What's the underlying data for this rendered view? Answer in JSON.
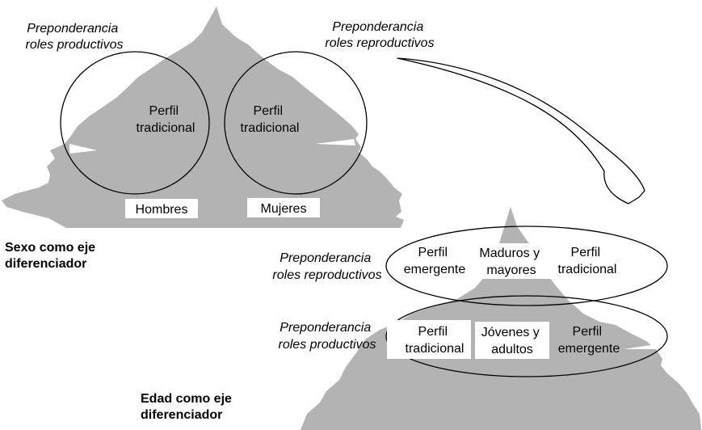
{
  "top_panel": {
    "left_role": [
      "Preponderancia",
      "roles productivos"
    ],
    "right_role": [
      "Preponderancia",
      "roles reproductivos"
    ],
    "left_profile": [
      "Perfil",
      "tradicional"
    ],
    "right_profile": [
      "Perfil",
      "tradicional"
    ],
    "men_label": "Hombres",
    "women_label": "Mujeres",
    "axis_caption": [
      "Sexo como eje",
      "diferenciador"
    ]
  },
  "bottom_panel": {
    "upper_role": [
      "Preponderancia",
      "roles reproductivos"
    ],
    "lower_role": [
      "Preponderancia",
      "roles productivos"
    ],
    "upper_left_profile": [
      "Perfil",
      "emergente"
    ],
    "upper_group": [
      "Maduros y",
      "mayores"
    ],
    "upper_right_profile": [
      "Perfil",
      "tradicional"
    ],
    "lower_left_profile": [
      "Perfil",
      "tradicional"
    ],
    "lower_group": [
      "Jóvenes y",
      "adultos"
    ],
    "lower_right_profile": [
      "Perfil",
      "emergente"
    ],
    "axis_caption": [
      "Edad como eje",
      "diferenciador"
    ]
  },
  "colors": {
    "pyramid_fill": "#b3b3b3",
    "outline": "#000000",
    "label_box": "#ffffff"
  }
}
